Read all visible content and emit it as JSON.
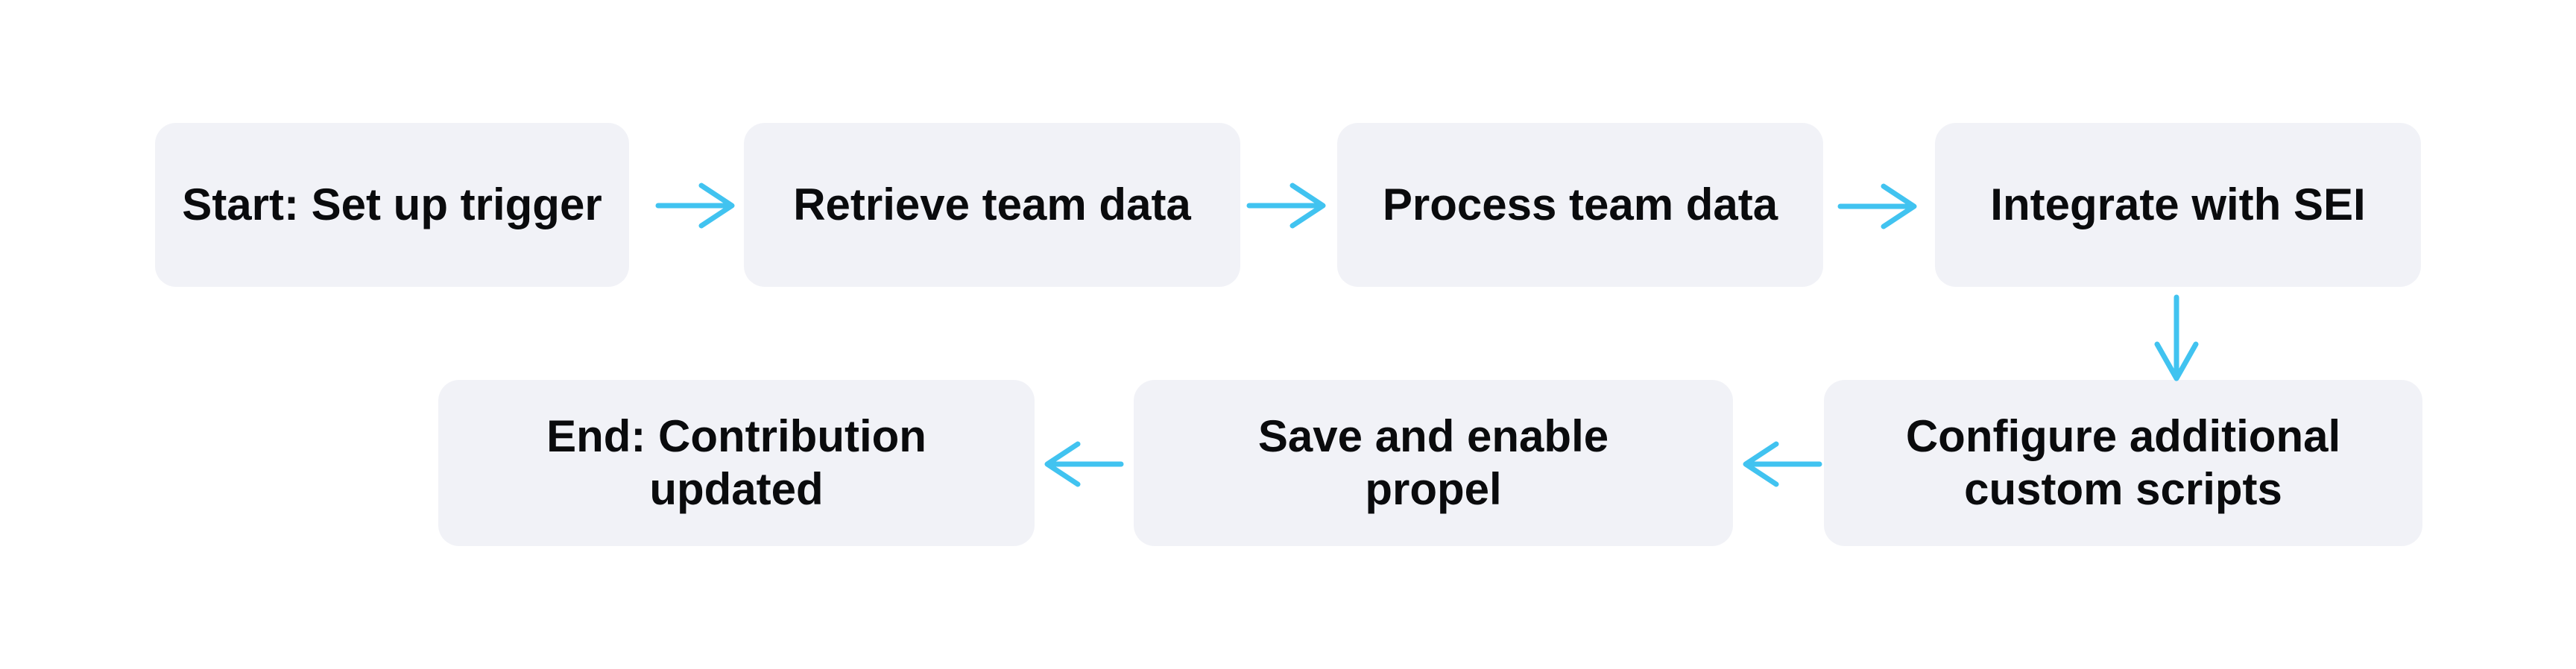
{
  "diagram": {
    "type": "flowchart",
    "background_color": "#FFFFFF",
    "node_fill_color": "#F1F2F7",
    "node_text_color": "#0A0B0D",
    "arrow_color": "#41C3F0",
    "nodes": [
      {
        "id": "start",
        "label": "Start: Set up trigger"
      },
      {
        "id": "retrieve",
        "label": "Retrieve team data"
      },
      {
        "id": "process",
        "label": "Process team data"
      },
      {
        "id": "integrate",
        "label": "Integrate with SEI"
      },
      {
        "id": "configure",
        "label": "Configure additional\ncustom scripts"
      },
      {
        "id": "save",
        "label": "Save and enable\npropel"
      },
      {
        "id": "end",
        "label": "End: Contribution\nupdated"
      }
    ],
    "edges": [
      {
        "from": "start",
        "to": "retrieve",
        "direction": "right"
      },
      {
        "from": "retrieve",
        "to": "process",
        "direction": "right"
      },
      {
        "from": "process",
        "to": "integrate",
        "direction": "right"
      },
      {
        "from": "integrate",
        "to": "configure",
        "direction": "down"
      },
      {
        "from": "configure",
        "to": "save",
        "direction": "left"
      },
      {
        "from": "save",
        "to": "end",
        "direction": "left"
      }
    ]
  }
}
